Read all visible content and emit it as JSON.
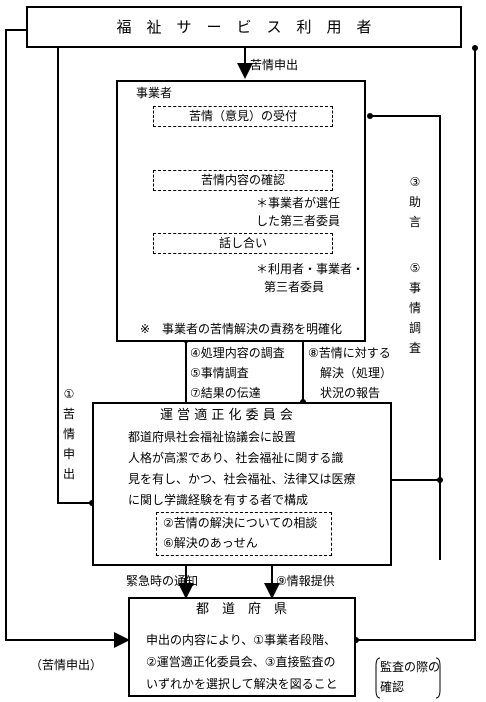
{
  "user_box": {
    "title": "福　祉　サ　ー　ビ　ス　利　用　者"
  },
  "label_complaint_filing": "苦情申出",
  "business": {
    "title": "事業者",
    "step1": "苦情（意見）の受付",
    "step2": "苦情内容の確認",
    "note1a": "＊事業者が選任",
    "note1b": "した第三者委員",
    "step3": "話し合い",
    "note2a": "＊利用者・事業者・",
    "note2b": "第三者委員",
    "footnote": "※　事業者の苦情解決の責務を明確化"
  },
  "labels_mid": {
    "l4": "④処理内容の調査",
    "l5": "⑤事情調査",
    "l7": "⑦結果の伝達",
    "l8a": "⑧苦情に対する",
    "l8b": "解決（処理）",
    "l8c": "状況の報告"
  },
  "right_vertical": {
    "top": [
      "③",
      "助",
      "言"
    ],
    "bottom": [
      "⑤",
      "事",
      "情",
      "調",
      "査"
    ]
  },
  "left_vertical": [
    "①",
    "苦",
    "情",
    "申",
    "出"
  ],
  "committee": {
    "title": "運 営 適 正 化 委 員 会",
    "line1": "都道府県社会福祉協議会に設置",
    "line2": "人格が高潔であり、社会福祉に関する識",
    "line3": "見を有し、かつ、社会福祉、法律又は医療",
    "line4": "に関し学識経験を有する者で構成",
    "sub1": "②苦情の解決についての相談",
    "sub2": "⑥解決のあっせん"
  },
  "labels_low": {
    "emergency": "緊急時の通知",
    "info": "⑨情報提供"
  },
  "prefecture": {
    "title": "都　道　府　県",
    "line1": "申出の内容により、①事業者段階、",
    "line2": "②運営適正化委員会、③直接監査の",
    "line3": "いずれかを選択して解決を図ること"
  },
  "bottom_left_label": "（苦情申出）",
  "bottom_right_label_a": "監査の際の",
  "bottom_right_label_b": "確認"
}
